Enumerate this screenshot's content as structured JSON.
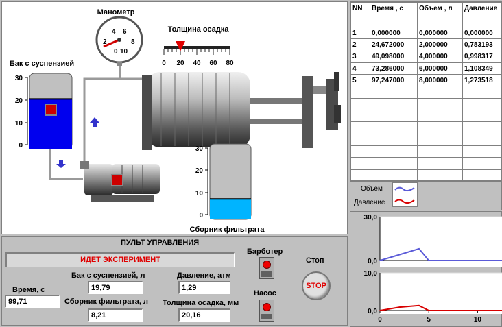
{
  "scheme": {
    "manometer_label": "Манометр",
    "manometer_ticks": [
      "0",
      "2",
      "4",
      "6",
      "8",
      "10"
    ],
    "thickness_label": "Толщина осадка",
    "thickness_ticks": [
      "0",
      "20",
      "40",
      "60",
      "80"
    ],
    "thickness_value": 20,
    "tank_label": "Бак с суспензией",
    "tank_ticks": [
      "30",
      "20",
      "10",
      "0"
    ],
    "tank_level_fraction": 0.66,
    "filtrate_label": "Сборник фильтрата",
    "filtrate_ticks": [
      "30",
      "20",
      "10",
      "0"
    ],
    "filtrate_level_fraction": 0.27
  },
  "table": {
    "headers": [
      "NN",
      "Время , с",
      "Объем , л",
      "Давление"
    ],
    "rows": [
      [
        "1",
        "0,000000",
        "0,000000",
        "0,000000"
      ],
      [
        "2",
        "24,672000",
        "2,000000",
        "0,783193"
      ],
      [
        "3",
        "49,098000",
        "4,000000",
        "0,998317"
      ],
      [
        "4",
        "73,286000",
        "6,000000",
        "1,108349"
      ],
      [
        "5",
        "97,247000",
        "8,000000",
        "1,273518"
      ]
    ],
    "empty_rows": 8
  },
  "legend": {
    "volume": "Объем",
    "pressure": "Давление",
    "volume_color": "#5a5ad8",
    "pressure_color": "#d80000"
  },
  "charts": {
    "top_ticks": [
      "30,0",
      "0,0"
    ],
    "bottom_ticks": [
      "10,0",
      "0,0"
    ],
    "x_ticks": [
      "0",
      "5",
      "10"
    ]
  },
  "chart_data": [
    {
      "type": "line",
      "series": [
        {
          "name": "Объем",
          "x": [
            0,
            2,
            4,
            5,
            15
          ],
          "values": [
            0,
            4,
            8,
            0,
            0
          ]
        }
      ],
      "ylim": [
        0,
        30
      ],
      "xlim": [
        0,
        12.5
      ]
    },
    {
      "type": "line",
      "series": [
        {
          "name": "Давление",
          "x": [
            0,
            2,
            4,
            5,
            15
          ],
          "values": [
            0,
            0.9,
            1.3,
            0,
            0
          ]
        }
      ],
      "ylim": [
        0,
        10
      ],
      "xlim": [
        0,
        12.5
      ]
    }
  ],
  "panel": {
    "title": "ПУЛЬТ УПРАВЛЕНИЯ",
    "status": "ИДЕТ ЭКСПЕРИМЕНТ",
    "time_label": "Время, с",
    "time_value": "99,71",
    "tank_label": "Бак с суспензией, л",
    "tank_value": "19,79",
    "filtrate_label": "Сборник фильтрата, л",
    "filtrate_value": "8,21",
    "pressure_label": "Давление, атм",
    "pressure_value": "1,29",
    "thickness_label": "Толщина осадка, мм",
    "thickness_value": "20,16",
    "bubbler_label": "Барботер",
    "pump_label": "Насос",
    "stop_label": "Стоп",
    "stop_button": "STOP"
  }
}
